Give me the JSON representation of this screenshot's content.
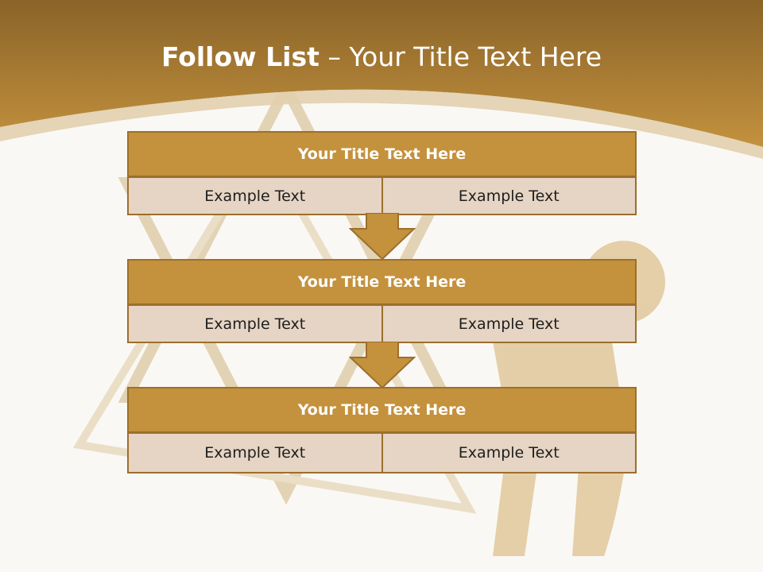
{
  "slide": {
    "title_bold": "Follow List",
    "title_rest": "– Your Title Text Here"
  },
  "steps": [
    {
      "title": "Your Title Text Here",
      "left": "Example Text",
      "right": "Example Text"
    },
    {
      "title": "Your Title Text Here",
      "left": "Example Text",
      "right": "Example Text"
    },
    {
      "title": "Your Title Text Here",
      "left": "Example Text",
      "right": "Example Text"
    }
  ],
  "colors": {
    "header_gold": "#b58535",
    "box_header": "#c4913c",
    "box_cell": "#e6d5c4",
    "border": "#9c6f2c"
  },
  "icons": [
    "star-of-david-icon",
    "gold-figure-icon",
    "down-arrow-icon"
  ]
}
